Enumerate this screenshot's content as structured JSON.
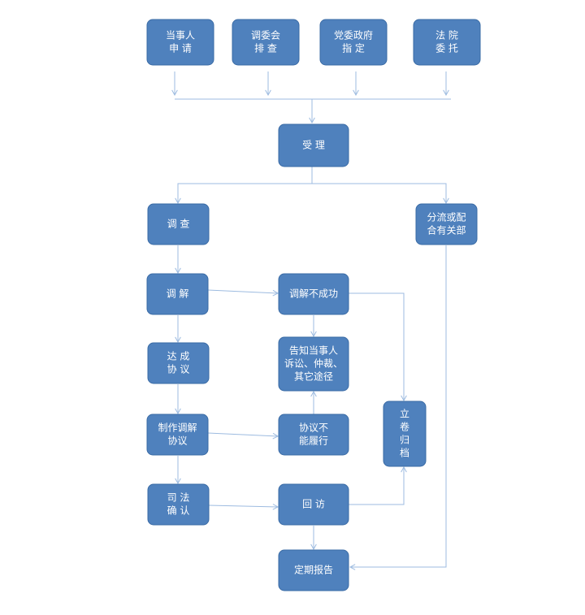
{
  "nodes": [
    {
      "id": "party-apply",
      "lines": [
        "当事人",
        "申  请"
      ]
    },
    {
      "id": "committee-check",
      "lines": [
        "调委会",
        "排  查"
      ]
    },
    {
      "id": "gov-assign",
      "lines": [
        "党委政府",
        "指    定"
      ]
    },
    {
      "id": "court-entrust",
      "lines": [
        "法  院",
        "委  托"
      ]
    },
    {
      "id": "accept",
      "lines": [
        "受    理"
      ]
    },
    {
      "id": "investigate",
      "lines": [
        "调    查"
      ]
    },
    {
      "id": "divert",
      "lines": [
        "分流或配",
        "合有关部"
      ]
    },
    {
      "id": "mediate",
      "lines": [
        "调    解"
      ]
    },
    {
      "id": "mediate-fail",
      "lines": [
        "调解不成功"
      ]
    },
    {
      "id": "agreement",
      "lines": [
        "达    成",
        "协    议"
      ]
    },
    {
      "id": "notify",
      "lines": [
        "告知当事人",
        "诉讼、仲裁、",
        "其它途径"
      ]
    },
    {
      "id": "make-agreement",
      "lines": [
        "制作调解",
        "协议"
      ]
    },
    {
      "id": "not-fulfilled",
      "lines": [
        "协议不",
        "能履行"
      ]
    },
    {
      "id": "archive",
      "lines": [
        "立",
        "卷",
        "归",
        "档"
      ]
    },
    {
      "id": "judicial-confirm",
      "lines": [
        "司    法",
        "确    认"
      ]
    },
    {
      "id": "revisit",
      "lines": [
        "回    访"
      ]
    },
    {
      "id": "report",
      "lines": [
        "定期报告"
      ]
    }
  ]
}
